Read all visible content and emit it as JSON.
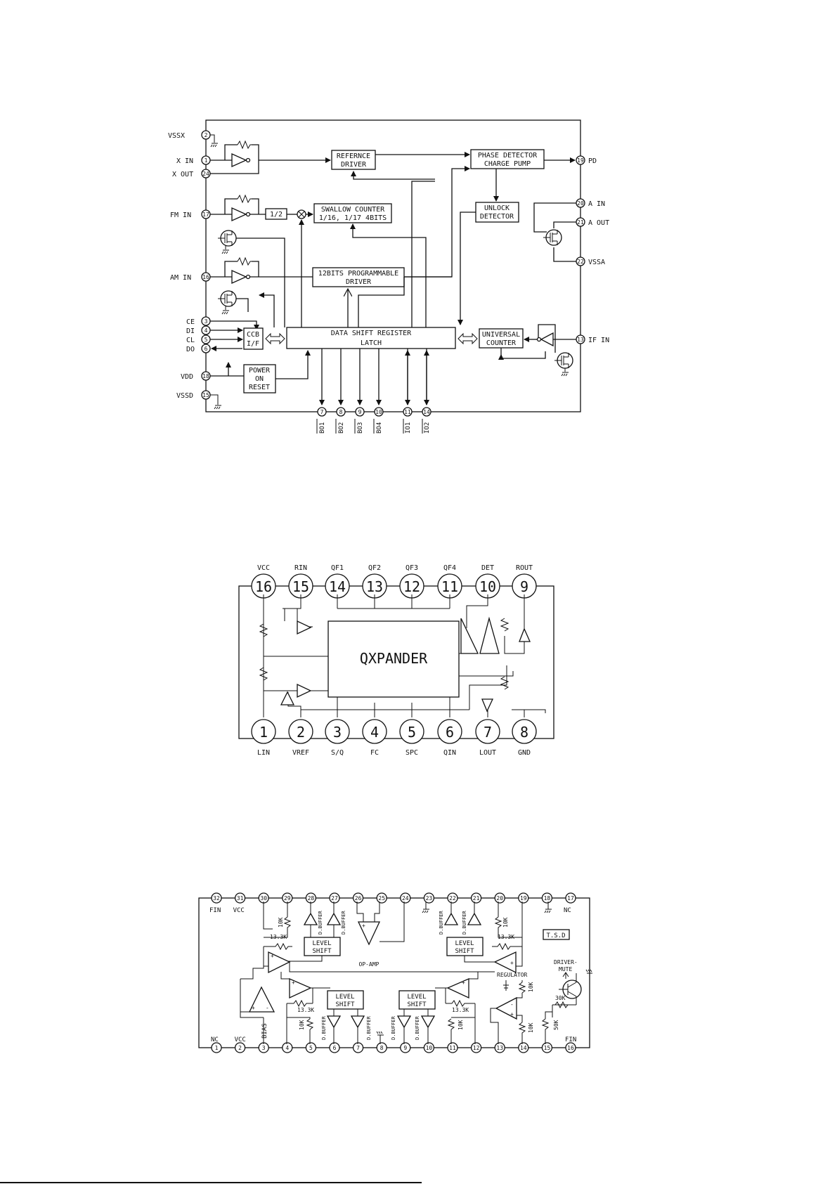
{
  "pll": {
    "pins": {
      "vssx": {
        "num": "2",
        "label": "VSSX"
      },
      "xin": {
        "num": "1",
        "label": "X IN"
      },
      "xout": {
        "num": "24",
        "label": "X OUT"
      },
      "fmin": {
        "num": "17",
        "label": "FM IN"
      },
      "amin": {
        "num": "16",
        "label": "AM IN"
      },
      "ce": {
        "num": "3",
        "label": "CE"
      },
      "di": {
        "num": "4",
        "label": "DI"
      },
      "cl": {
        "num": "5",
        "label": "CL"
      },
      "do": {
        "num": "6",
        "label": "DO"
      },
      "vdd": {
        "num": "18",
        "label": "VDD"
      },
      "vssd": {
        "num": "15",
        "label": "VSSD"
      },
      "pd": {
        "num": "19",
        "label": "PD"
      },
      "ain": {
        "num": "20",
        "label": "A IN"
      },
      "aout": {
        "num": "21",
        "label": "A OUT"
      },
      "vssa": {
        "num": "22",
        "label": "VSSA"
      },
      "ifin": {
        "num": "13",
        "label": "IF IN"
      },
      "bo1": {
        "num": "7",
        "label": "BO1"
      },
      "bo2": {
        "num": "8",
        "label": "BO2"
      },
      "bo3": {
        "num": "9",
        "label": "BO3"
      },
      "bo4": {
        "num": "10",
        "label": "BO4"
      },
      "io1": {
        "num": "11",
        "label": "IO1"
      },
      "io2": {
        "num": "14",
        "label": "IO2"
      }
    },
    "blocks": {
      "ref_1": "REFERNCE",
      "ref_2": "DRIVER",
      "pd_1": "PHASE DETECTOR",
      "pd_2": "CHARGE PUMP",
      "half": "1/2",
      "swallow_1": "SWALLOW COUNTER",
      "swallow_2": "1/16, 1/17 4BITS",
      "unlock_1": "UNLOCK",
      "unlock_2": "DETECTOR",
      "prog_1": "12BITS PROGRAMMABLE",
      "prog_2": "DRIVER",
      "ccb_1": "CCB",
      "ccb_2": "I/F",
      "dsr_1": "DATA SHIFT REGISTER",
      "dsr_2": "LATCH",
      "uc_1": "UNIVERSAL",
      "uc_2": "COUNTER",
      "por_1": "POWER",
      "por_2": "ON",
      "por_3": "RESET"
    }
  },
  "qx": {
    "top_pins": [
      {
        "num": "16",
        "label": "VCC"
      },
      {
        "num": "15",
        "label": "RIN"
      },
      {
        "num": "14",
        "label": "QF1"
      },
      {
        "num": "13",
        "label": "QF2"
      },
      {
        "num": "12",
        "label": "QF3"
      },
      {
        "num": "11",
        "label": "QF4"
      },
      {
        "num": "10",
        "label": "DET"
      },
      {
        "num": "9",
        "label": "ROUT"
      }
    ],
    "bottom_pins": [
      {
        "num": "1",
        "label": "LIN"
      },
      {
        "num": "2",
        "label": "VREF"
      },
      {
        "num": "3",
        "label": "S/Q"
      },
      {
        "num": "4",
        "label": "FC"
      },
      {
        "num": "5",
        "label": "SPC"
      },
      {
        "num": "6",
        "label": "QIN"
      },
      {
        "num": "7",
        "label": "LOUT"
      },
      {
        "num": "8",
        "label": "GND"
      }
    ],
    "core": "QXPANDER"
  },
  "amp": {
    "top_pins": [
      {
        "num": "32",
        "label": "FIN"
      },
      {
        "num": "31",
        "label": "VCC"
      },
      {
        "num": "30",
        "label": ""
      },
      {
        "num": "29",
        "label": ""
      },
      {
        "num": "28",
        "label": ""
      },
      {
        "num": "27",
        "label": ""
      },
      {
        "num": "26",
        "label": ""
      },
      {
        "num": "25",
        "label": ""
      },
      {
        "num": "24",
        "label": ""
      },
      {
        "num": "23",
        "label": ""
      },
      {
        "num": "22",
        "label": ""
      },
      {
        "num": "21",
        "label": ""
      },
      {
        "num": "20",
        "label": ""
      },
      {
        "num": "19",
        "label": ""
      },
      {
        "num": "18",
        "label": ""
      },
      {
        "num": "17",
        "label": "NC"
      }
    ],
    "bottom_pins": [
      {
        "num": "1",
        "label": "NC"
      },
      {
        "num": "2",
        "label": "VCC"
      },
      {
        "num": "3",
        "label": "BIAS"
      },
      {
        "num": "4",
        "label": ""
      },
      {
        "num": "5",
        "label": ""
      },
      {
        "num": "6",
        "label": ""
      },
      {
        "num": "7",
        "label": ""
      },
      {
        "num": "8",
        "label": ""
      },
      {
        "num": "9",
        "label": ""
      },
      {
        "num": "10",
        "label": ""
      },
      {
        "num": "11",
        "label": ""
      },
      {
        "num": "12",
        "label": ""
      },
      {
        "num": "13",
        "label": ""
      },
      {
        "num": "14",
        "label": ""
      },
      {
        "num": "15",
        "label": ""
      },
      {
        "num": "16",
        "label": "FIN"
      }
    ],
    "labels": {
      "r10k": "10K",
      "r133k": "13.3K",
      "r30k": "30K",
      "r50k": "50K",
      "dbuffer": "D.BUFFER",
      "level_1": "LEVEL",
      "level_2": "SHIFT",
      "opamp": "OP-AMP",
      "tsd": "T.S.D",
      "regulator": "REGULATOR",
      "mute_1": "DRIVER-",
      "mute_2": "MUTE"
    }
  }
}
